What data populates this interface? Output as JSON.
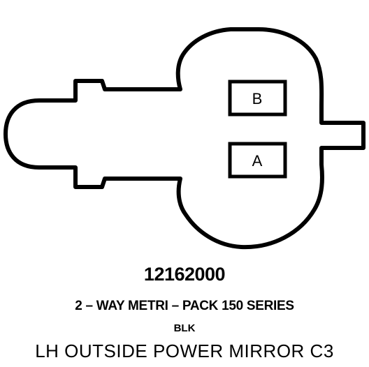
{
  "connector": {
    "part_number": "12162000",
    "series": "2 – WAY METRI – PACK 150 SERIES",
    "color": "BLK",
    "location": "LH OUTSIDE POWER MIRROR C3",
    "terminals": [
      "B",
      "A"
    ]
  },
  "colors": {
    "line": "#000000",
    "background": "#ffffff"
  }
}
